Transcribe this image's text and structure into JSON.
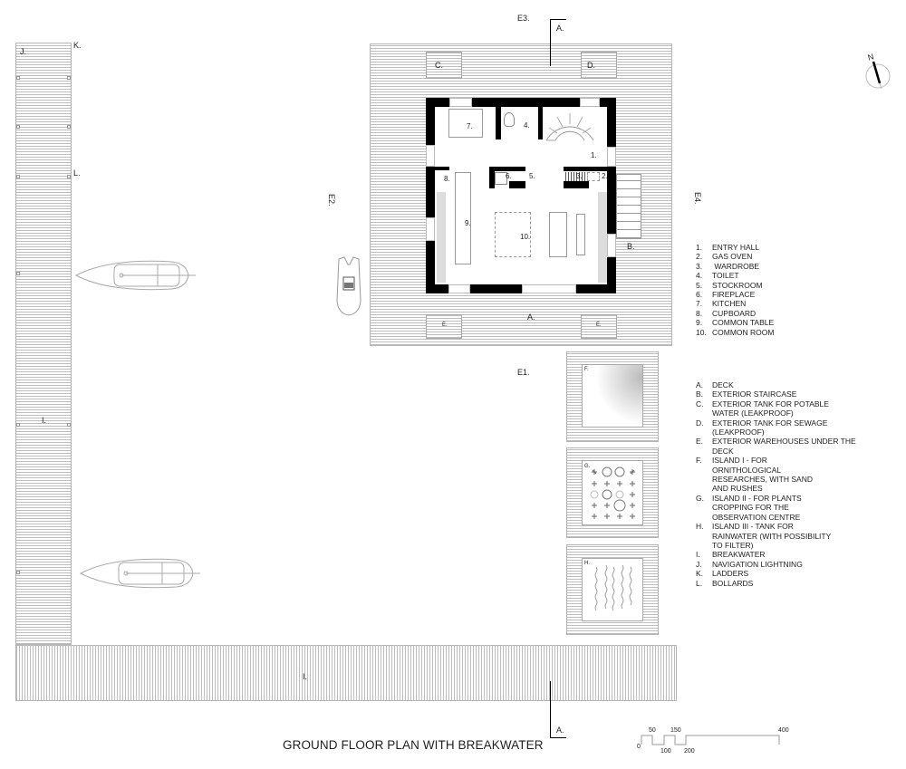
{
  "title": "GROUND FLOOR PLAN WITH BREAKWATER",
  "north_arrow": {
    "label": "N",
    "icon": "north-arrow-icon"
  },
  "section_markers": {
    "top": "A.",
    "bottom": "A."
  },
  "elevation_markers": {
    "e1": "E1.",
    "e2": "E2.",
    "e3": "E3.",
    "e4": "E4."
  },
  "plan_labels": {
    "deck_top_tank_c": "C.",
    "deck_top_tank_d": "D.",
    "deck_bottom": "A.",
    "warehouse_left": "E.",
    "warehouse_right": "E.",
    "staircase": "B.",
    "island_f": "F.",
    "island_g": "G.",
    "island_h": "H.",
    "breakwater_vertical": "I.",
    "breakwater_horizontal": "I.",
    "nav_light": "J.",
    "ladders": "K.",
    "bollards": "L."
  },
  "room_numbers": {
    "r1": "1.",
    "r2": "2.",
    "r3": "3.",
    "r4": "4.",
    "r5": "5.",
    "r6": "6.",
    "r7": "7.",
    "r8": "8.",
    "r9": "9.",
    "r10": "10."
  },
  "legend_rooms": [
    {
      "key": "1.",
      "label": "ENTRY HALL"
    },
    {
      "key": "2.",
      "label": "GAS OVEN"
    },
    {
      "key": "3.",
      "label": " WARDROBE"
    },
    {
      "key": "4.",
      "label": "TOILET"
    },
    {
      "key": "5.",
      "label": "STOCKROOM"
    },
    {
      "key": "6.",
      "label": "FIREPLACE"
    },
    {
      "key": "7.",
      "label": "KITCHEN"
    },
    {
      "key": "8.",
      "label": "CUPBOARD"
    },
    {
      "key": "9.",
      "label": "COMMON TABLE"
    },
    {
      "key": "10.",
      "label": "COMMON ROOM"
    }
  ],
  "legend_areas": [
    {
      "key": "A.",
      "label": "DECK"
    },
    {
      "key": "B.",
      "label": "EXTERIOR STAIRCASE"
    },
    {
      "key": "C.",
      "label": "EXTERIOR TANK FOR POTABLE WATER (LEAKPROOF)"
    },
    {
      "key": "D.",
      "label": "EXTERIOR TANK FOR SEWAGE (LEAKPROOF)"
    },
    {
      "key": "E.",
      "label": "EXTERIOR WAREHOUSES UNDER THE DECK"
    },
    {
      "key": "F.",
      "label": "ISLAND I - FOR ORNITHOLOGICAL RESEARCHES, WITH SAND AND RUSHES"
    },
    {
      "key": "G.",
      "label": "ISLAND II - FOR PLANTS CROPPING FOR THE OBSERVATION CENTRE"
    },
    {
      "key": "H.",
      "label": "ISLAND III - TANK FOR RAINWATER (WITH POSSIBILITY TO FILTER)"
    },
    {
      "key": "I.",
      "label": "BREAKWATER"
    },
    {
      "key": "J.",
      "label": "NAVIGATION LIGHTNING"
    },
    {
      "key": "K.",
      "label": "LADDERS"
    },
    {
      "key": "L.",
      "label": "BOLLARDS"
    }
  ],
  "scale_bar": {
    "ticks_top": [
      "50",
      "150",
      "400"
    ],
    "ticks_bottom": [
      "0",
      "100",
      "200"
    ]
  },
  "colors": {
    "wall": "#000000",
    "hatch": "#bdbdbd",
    "outline": "#aaaaaa",
    "text": "#222222"
  }
}
